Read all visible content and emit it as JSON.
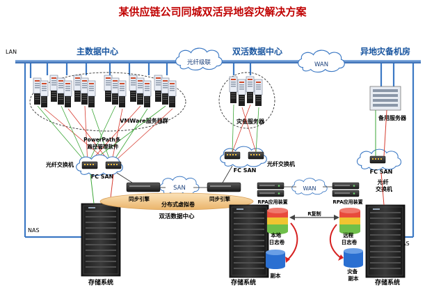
{
  "title": "某供应链公司同城双活异地容灾解决方案",
  "network": {
    "lan_label": "LAN",
    "fiber_label": "光纤级联",
    "wan_top_label": "WAN",
    "nas_left_label": "NAS",
    "nas_right_label": "NAS"
  },
  "sites": {
    "main": "主数据中心",
    "active": "双活数据中心",
    "remote": "异地灾备机房"
  },
  "main_site": {
    "server_group_label": "VMWare服务器群",
    "multipath_label": "PowerPath多路径管理软件",
    "fiber_switch_label": "光纤交换机",
    "fc_san_label": "FC SAN",
    "storage_label": "存储系统"
  },
  "active_site": {
    "server_label": "灾备服务器",
    "fc_san_label": "FC SAN",
    "fiber_switch_label": "光纤交换机",
    "rpa_label": "RPA应用装置",
    "storage_label": "存储系统",
    "local_log_label": "本地日志卷",
    "replica_label": "副本"
  },
  "remote_site": {
    "server_label": "备用服务器",
    "fc_san_label": "FC SAN",
    "fiber_switch_label": "光纤交换机",
    "rpa_label": "RPA应用装置",
    "storage_label": "存储系统",
    "remote_log_label": "远程日志卷",
    "dr_replica_label": "灾备副本"
  },
  "middle": {
    "san_label": "SAN",
    "sync_engine_left": "同步引擎",
    "sync_engine_right": "同步引擎",
    "virtual_volume_label": "分布式虚拟卷",
    "dual_active_label": "双活数据中心",
    "wan_mid_label": "WAN",
    "r_copy_label": "R复制"
  },
  "colors": {
    "title": "#c00000",
    "site_header": "#1a56a0",
    "lan_line": "#3b78c4",
    "green_link": "#3aa635",
    "red_link": "#d63b2f",
    "blue_link": "#3b78c4",
    "virtual_volume": "#f3c98a"
  }
}
